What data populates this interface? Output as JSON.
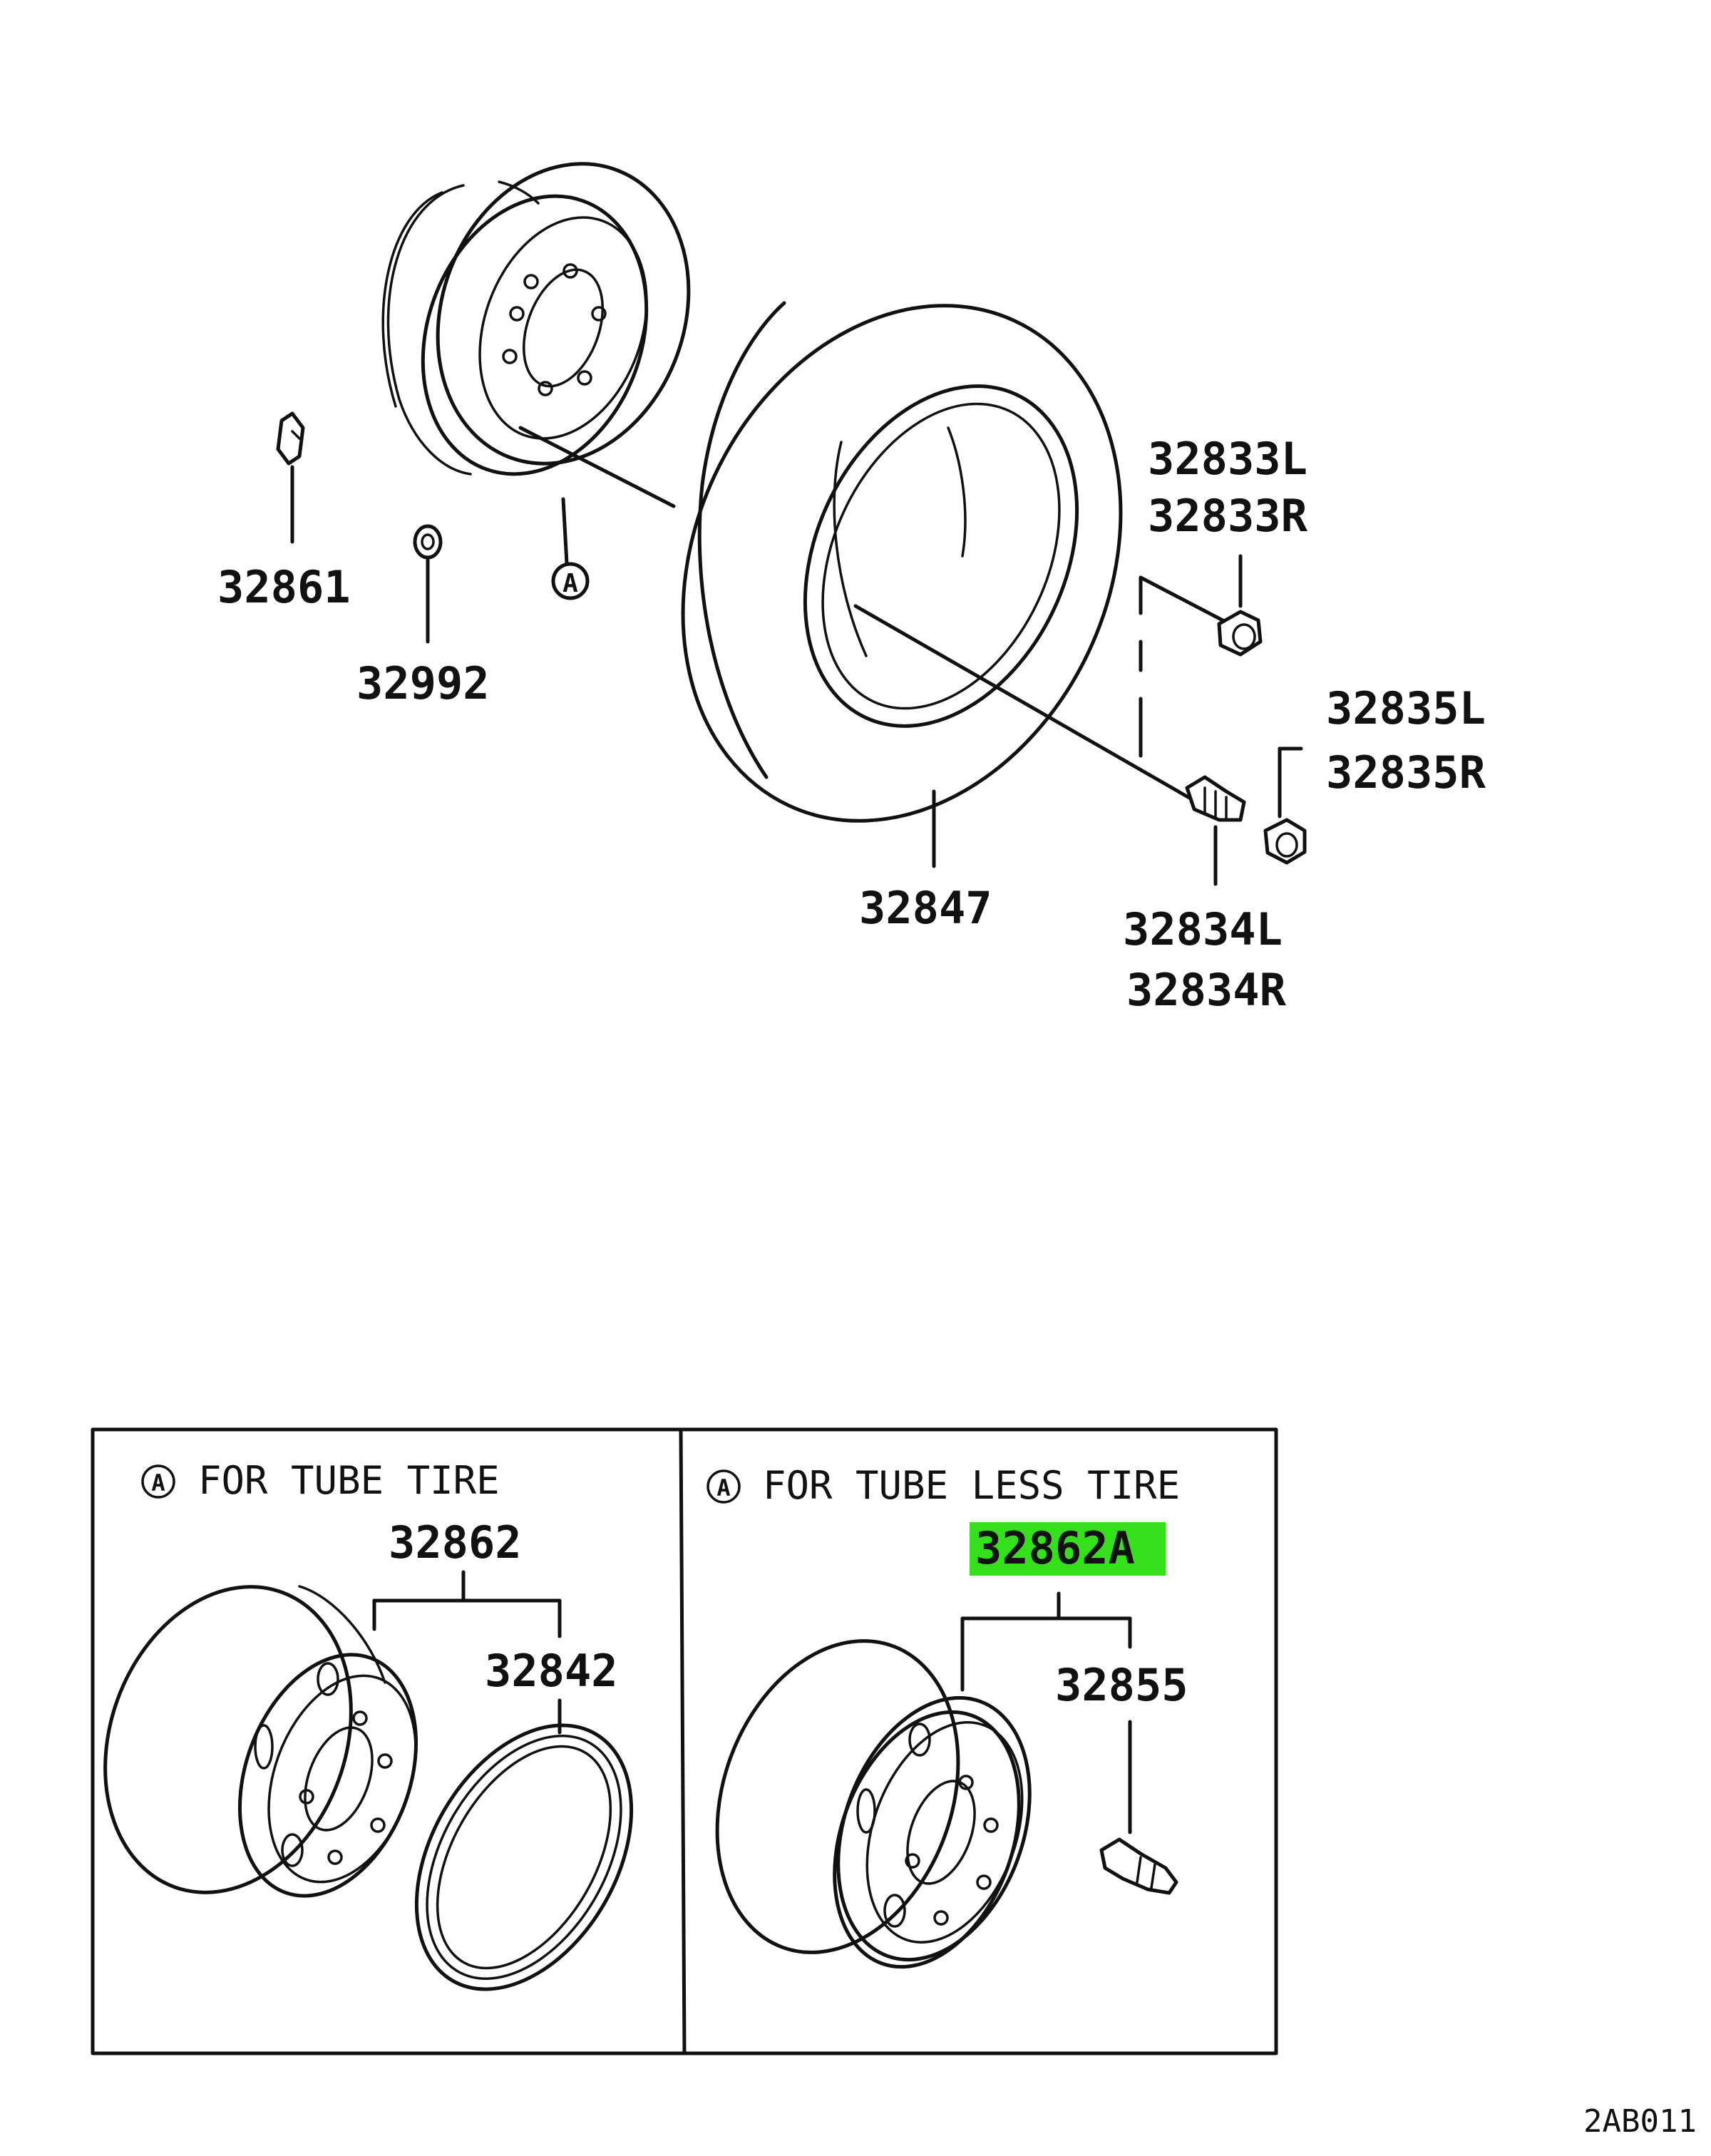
{
  "diagram_code": "2AB011",
  "colors": {
    "highlight": "#33e01a",
    "ink": "#111111",
    "paper": "#ffffff"
  },
  "parts": {
    "p32861": "32861",
    "p32992": "32992",
    "callout_a": "A",
    "p32833l": "32833L",
    "p32833r": "32833R",
    "p32835l": "32835L",
    "p32835r": "32835R",
    "p32847": "32847",
    "p32834l": "32834L",
    "p32834r": "32834R"
  },
  "inset_tube": {
    "marker": "A",
    "title": "FOR TUBE TIRE",
    "p32862": "32862",
    "p32842": "32842"
  },
  "inset_tubeless": {
    "marker": "A",
    "title": "FOR TUBE LESS TIRE",
    "p32862a": "32862A",
    "p32855": "32855"
  }
}
